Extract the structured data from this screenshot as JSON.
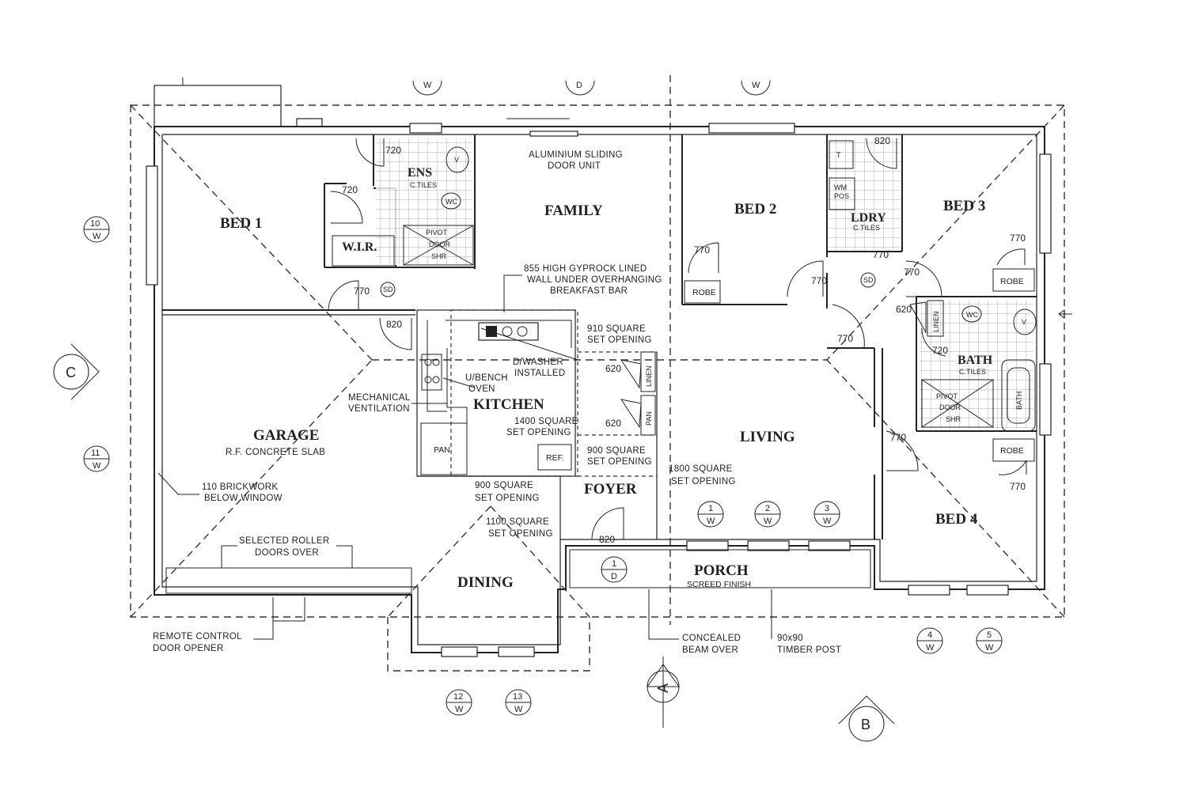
{
  "rooms": {
    "bed1": "BED 1",
    "ens": "ENS",
    "wir": "W.I.R.",
    "family": "FAMILY",
    "bed2": "BED 2",
    "ldry": "LDRY",
    "bed3": "BED 3",
    "bath": "BATH",
    "garage": "GARAGE",
    "kitchen": "KITCHEN",
    "living": "LIVING",
    "foyer": "FOYER",
    "dining": "DINING",
    "porch": "PORCH",
    "bed4": "BED 4"
  },
  "notes": {
    "ctiles": "C.TILES",
    "aluminium_1": "ALUMINIUM SLIDING",
    "aluminium_2": "DOOR UNIT",
    "gyprock_1": "855 HIGH GYPROCK LINED",
    "gyprock_2": "WALL UNDER OVERHANGING",
    "gyprock_3": "BREAKFAST BAR",
    "opening_910_1": "910 SQUARE",
    "opening_910_2": "SET OPENING",
    "dwasher_1": "D/WASHER",
    "dwasher_2": "INSTALLED",
    "ubench_1": "U/BENCH",
    "ubench_2": "OVEN",
    "mech_1": "MECHANICAL",
    "mech_2": "VENTILATION",
    "opening_1400_1": "1400 SQUARE",
    "opening_1400_2": "SET OPENING",
    "opening_900a_1": "900 SQUARE",
    "opening_900a_2": "SET OPENING",
    "opening_900b_1": "900 SQUARE",
    "opening_900b_2": "SET OPENING",
    "opening_1100_1": "1100 SQUARE",
    "opening_1100_2": "SET OPENING",
    "opening_1800_1": "1800 SQUARE",
    "opening_1800_2": "SET OPENING",
    "garage_slab": "R.F. CONCRETE SLAB",
    "brick_1": "110 BRICKWORK",
    "brick_2": "BELOW WINDOW",
    "roller_1": "SELECTED ROLLER",
    "roller_2": "DOORS OVER",
    "remote_1": "REMOTE CONTROL",
    "remote_2": "DOOR OPENER",
    "screed": "SCREED FINISH",
    "beam_1": "CONCEALED",
    "beam_2": "BEAM OVER",
    "post_1": "90x90",
    "post_2": "TIMBER POST"
  },
  "fixtures": {
    "robe": "ROBE",
    "linen": "LINEN",
    "pan": "PAN",
    "ref": "REF.",
    "wc": "WC",
    "t": "T",
    "wm_1": "WM",
    "wm_2": "POS",
    "pivot_1": "PIVOT",
    "pivot_2": "DOOR",
    "pivot_3": "SHR",
    "bath_tub": "BATH",
    "vanity": "V",
    "sd": "SD"
  },
  "doors": {
    "d720": "720",
    "d770": "770",
    "d820": "820",
    "d620": "620"
  },
  "markers": {
    "w": "W",
    "d": "D",
    "n1": "1",
    "n2": "2",
    "n3": "3",
    "n4": "4",
    "n5": "5",
    "n10": "10",
    "n11": "11",
    "n12": "12",
    "n13": "13"
  },
  "sections": {
    "a": "A",
    "b": "B",
    "c": "C"
  }
}
